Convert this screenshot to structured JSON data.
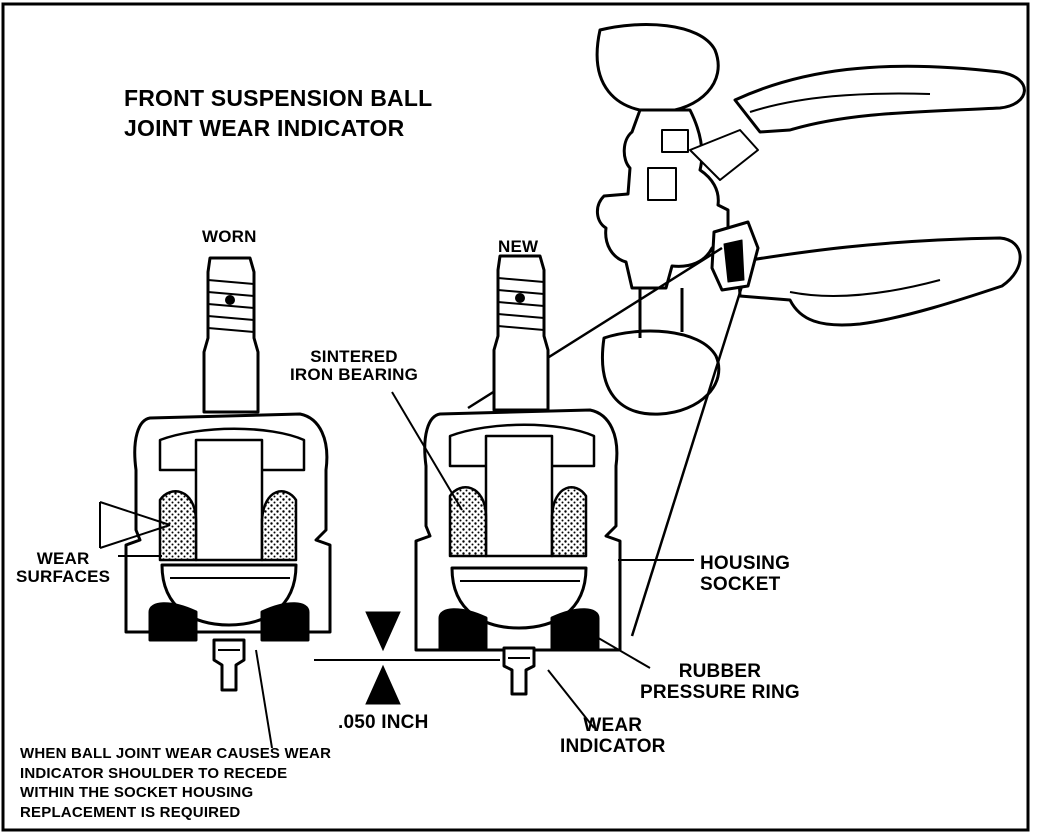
{
  "title": {
    "line1": "FRONT SUSPENSION BALL",
    "line2": "JOINT WEAR INDICATOR"
  },
  "labels": {
    "worn": "WORN",
    "new": "NEW",
    "sintered_line1": "SINTERED",
    "sintered_line2": "IRON BEARING",
    "wear_surfaces_line1": "WEAR",
    "wear_surfaces_line2": "SURFACES",
    "housing_line1": "HOUSING",
    "housing_line2": "SOCKET",
    "rubber_line1": "RUBBER",
    "rubber_line2": "PRESSURE RING",
    "wear_indicator_line1": "WEAR",
    "wear_indicator_line2": "INDICATOR",
    "gap": ".050 INCH"
  },
  "note": {
    "line1": "WHEN BALL JOINT WEAR CAUSES WEAR",
    "line2": "INDICATOR SHOULDER TO RECEDE",
    "line3": "WITHIN THE SOCKET HOUSING",
    "line4": "REPLACEMENT IS REQUIRED"
  },
  "colors": {
    "ink": "#000000",
    "paper": "#ffffff"
  }
}
